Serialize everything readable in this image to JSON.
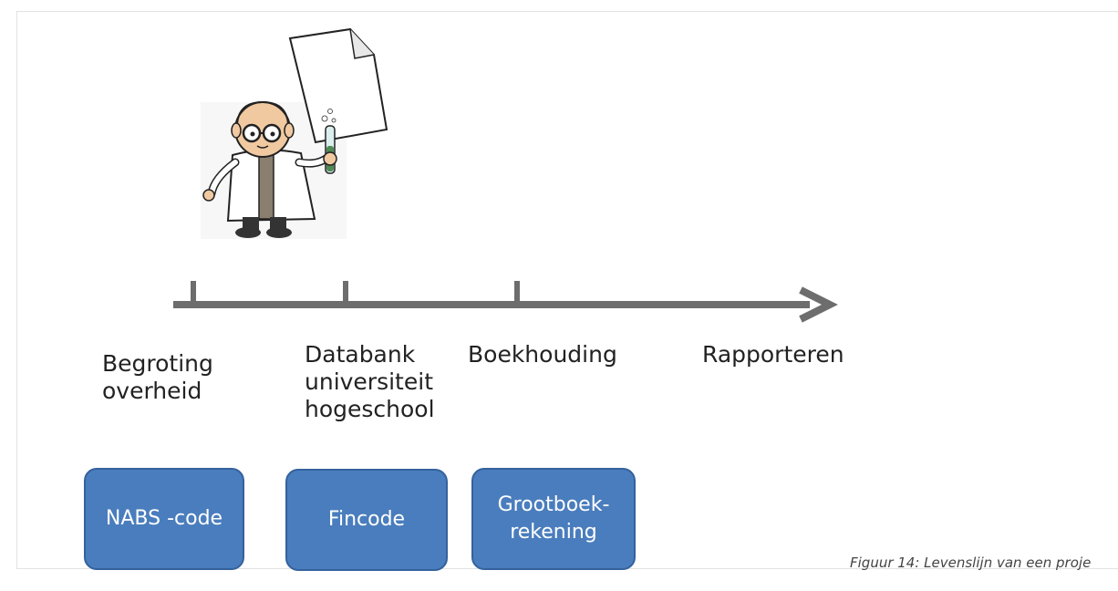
{
  "stages": [
    {
      "label": "Begroting\noverheid",
      "code": "NABS -code"
    },
    {
      "label": "Databank\nuniversiteit\nhogeschool",
      "code": "Fincode"
    },
    {
      "label": "Boekhouding",
      "code": "Grootboek-\nrekening"
    },
    {
      "label": "Rapporteren",
      "code": ""
    }
  ],
  "caption": "Figuur 14: Levenslijn van een proje",
  "colors": {
    "timeline": "#6d6d6d",
    "box_fill": "#4a7dbd",
    "box_border": "#34629d"
  },
  "illustration": "scientist-with-test-tube-and-paper"
}
